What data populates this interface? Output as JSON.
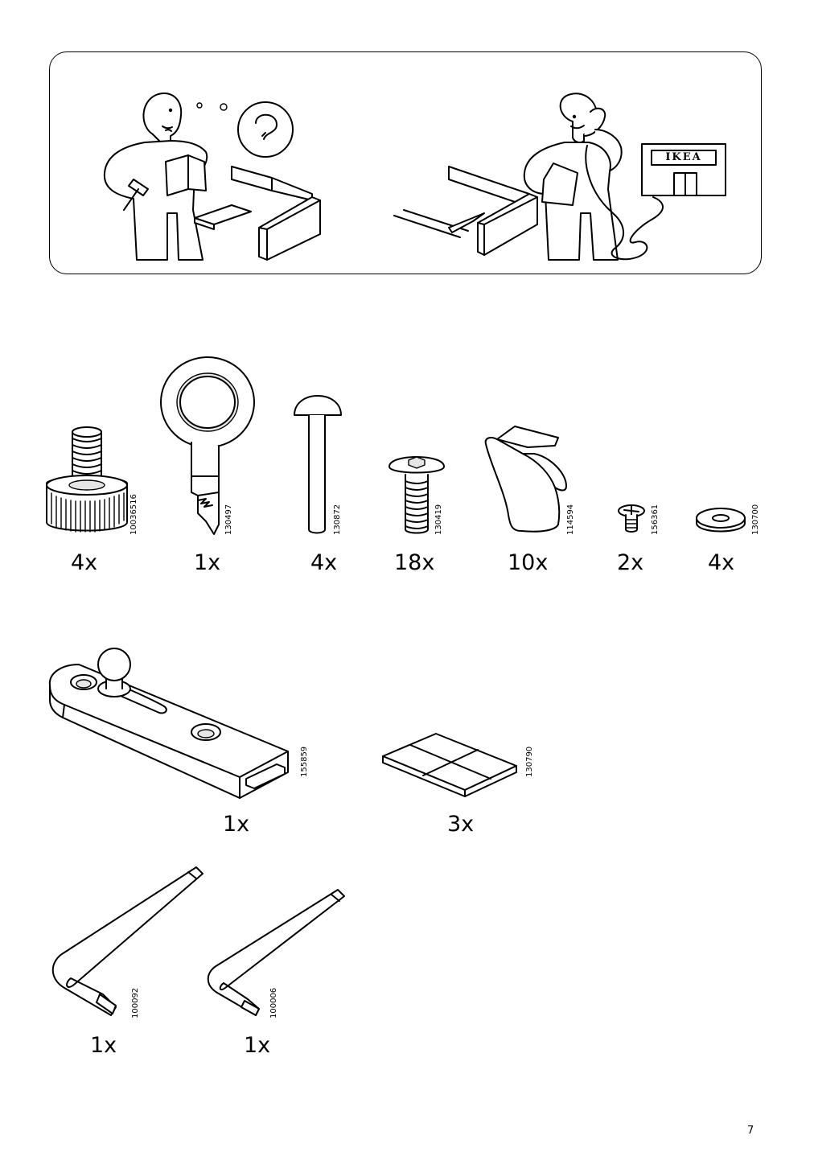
{
  "banner": {
    "store_sign": "IKEA"
  },
  "parts": [
    {
      "qty": "4x",
      "code": "10036516",
      "icon": "thumb-screw"
    },
    {
      "qty": "1x",
      "code": "130497",
      "icon": "key"
    },
    {
      "qty": "4x",
      "code": "130872",
      "icon": "dome-pin"
    },
    {
      "qty": "18x",
      "code": "130419",
      "icon": "hex-socket-screw"
    },
    {
      "qty": "10x",
      "code": "114594",
      "icon": "spring-clip"
    },
    {
      "qty": "2x",
      "code": "156361",
      "icon": "small-screw"
    },
    {
      "qty": "4x",
      "code": "130700",
      "icon": "washer"
    },
    {
      "qty": "1x",
      "code": "155859",
      "icon": "ball-bracket"
    },
    {
      "qty": "3x",
      "code": "130790",
      "icon": "felt-pads"
    },
    {
      "qty": "1x",
      "code": "100092",
      "icon": "allen-key-large"
    },
    {
      "qty": "1x",
      "code": "100006",
      "icon": "allen-key-small"
    }
  ],
  "page_number": "7"
}
